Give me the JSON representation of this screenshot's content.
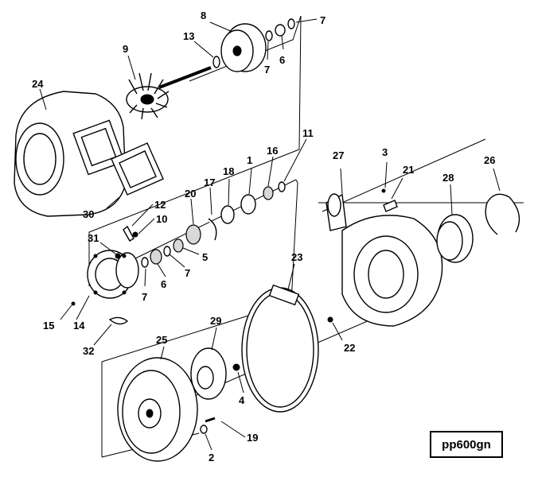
{
  "diagram": {
    "figure_code": "pp600gn",
    "callouts": [
      "1",
      "2",
      "3",
      "4",
      "5",
      "6",
      "6",
      "7",
      "7",
      "7",
      "7",
      "8",
      "9",
      "10",
      "11",
      "12",
      "13",
      "14",
      "15",
      "16",
      "17",
      "18",
      "19",
      "20",
      "21",
      "22",
      "23",
      "24",
      "25",
      "26",
      "27",
      "28",
      "29",
      "30",
      "31",
      "32"
    ]
  }
}
